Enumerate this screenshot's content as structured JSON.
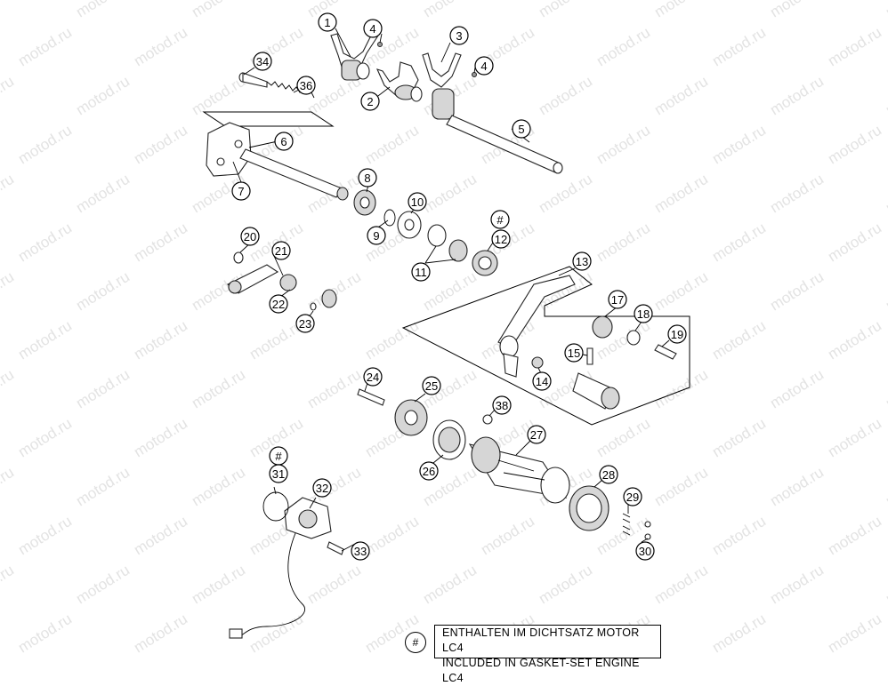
{
  "watermark": "motod.ru",
  "callouts": [
    {
      "id": "c1",
      "label": "1"
    },
    {
      "id": "c2",
      "label": "2"
    },
    {
      "id": "c3",
      "label": "3"
    },
    {
      "id": "c4a",
      "label": "4"
    },
    {
      "id": "c4b",
      "label": "4"
    },
    {
      "id": "c5",
      "label": "5"
    },
    {
      "id": "c6",
      "label": "6"
    },
    {
      "id": "c7",
      "label": "7"
    },
    {
      "id": "c8",
      "label": "8"
    },
    {
      "id": "c9",
      "label": "9"
    },
    {
      "id": "c10",
      "label": "10"
    },
    {
      "id": "c11",
      "label": "11"
    },
    {
      "id": "c12",
      "label": "12"
    },
    {
      "id": "chash1",
      "label": "#"
    },
    {
      "id": "c13",
      "label": "13"
    },
    {
      "id": "c14",
      "label": "14"
    },
    {
      "id": "c15",
      "label": "15"
    },
    {
      "id": "c17",
      "label": "17"
    },
    {
      "id": "c18",
      "label": "18"
    },
    {
      "id": "c19",
      "label": "19"
    },
    {
      "id": "c20",
      "label": "20"
    },
    {
      "id": "c21",
      "label": "21"
    },
    {
      "id": "c22",
      "label": "22"
    },
    {
      "id": "c23",
      "label": "23"
    },
    {
      "id": "c24",
      "label": "24"
    },
    {
      "id": "c25",
      "label": "25"
    },
    {
      "id": "c26",
      "label": "26"
    },
    {
      "id": "c27",
      "label": "27"
    },
    {
      "id": "c28",
      "label": "28"
    },
    {
      "id": "c29",
      "label": "29"
    },
    {
      "id": "c30",
      "label": "30"
    },
    {
      "id": "chash2",
      "label": "#"
    },
    {
      "id": "c31",
      "label": "31"
    },
    {
      "id": "c32",
      "label": "32"
    },
    {
      "id": "c33",
      "label": "33"
    },
    {
      "id": "c34",
      "label": "34"
    },
    {
      "id": "c36",
      "label": "36"
    },
    {
      "id": "c38",
      "label": "38"
    }
  ],
  "legend": {
    "symbol": "#",
    "line1": "ENTHALTEN IM DICHTSATZ MOTOR LC4",
    "line2": "INCLUDED IN GASKET-SET ENGINE LC4"
  }
}
